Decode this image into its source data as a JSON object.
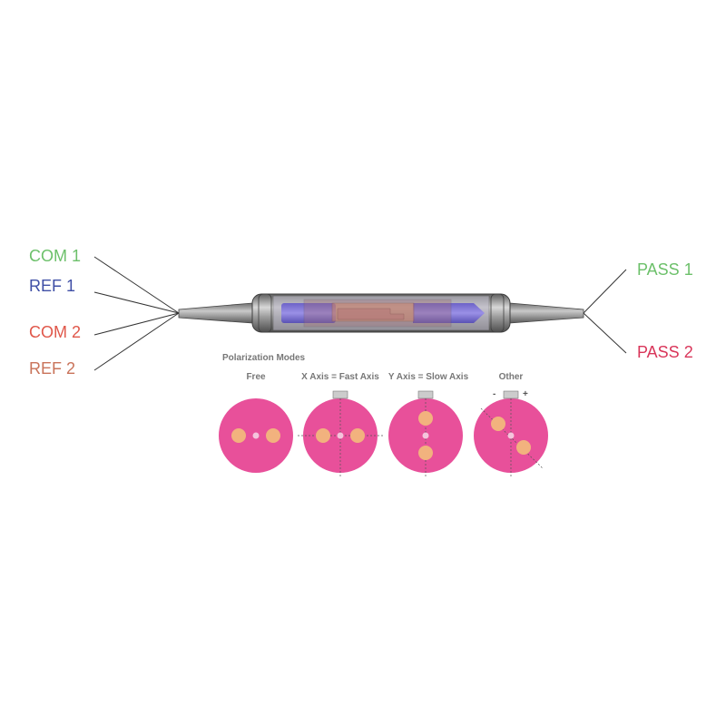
{
  "ports": {
    "com1": "COM 1",
    "ref1": "REF 1",
    "com2": "COM 2",
    "ref2": "REF 2",
    "pass1": "PASS 1",
    "pass2": "PASS 2"
  },
  "modes": {
    "title": "Polarization Modes",
    "items": [
      {
        "label": "Free"
      },
      {
        "label": "X Axis = Fast Axis"
      },
      {
        "label": "Y Axis = Slow Axis"
      },
      {
        "label": "Other",
        "minus": "-",
        "plus": "+"
      }
    ]
  },
  "colors": {
    "com1": "#6cc06a",
    "ref1": "#3f4fa6",
    "com2": "#e0574a",
    "ref2": "#c9735a",
    "pass1": "#6cc06a",
    "pass2": "#d9365a",
    "fiber_disc": "#e8509a",
    "stress_rod": "#f2b27e",
    "housing": "#8a8a8a",
    "crystal": "#7b6fc9"
  }
}
